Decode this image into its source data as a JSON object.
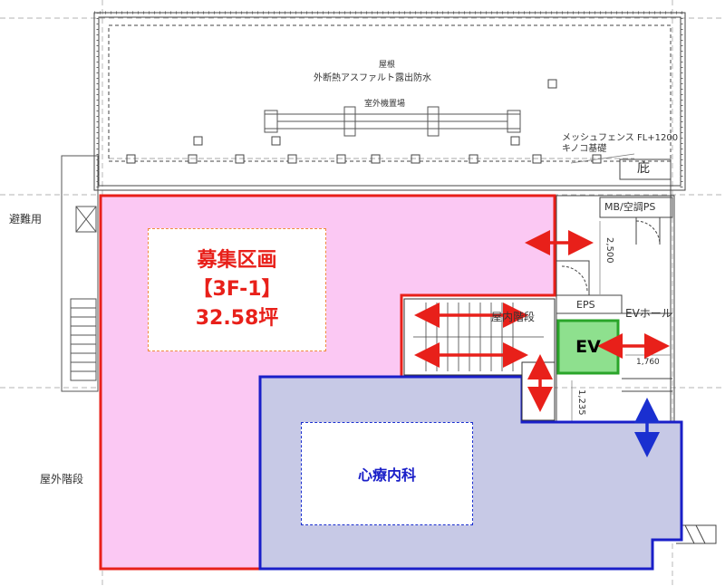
{
  "roof": {
    "title": "屋根",
    "waterproof": "外断熱アスファルト露出防水",
    "equipment_area": "室外機置場",
    "fence_note_1": "メッシュフェンス FL+1200",
    "fence_note_2": "キノコ基礎"
  },
  "rooms": {
    "eaves": "庇",
    "mb_ps": "MB/空調PS",
    "eps": "EPS",
    "ev_hall": "EVホール",
    "inner_stairs": "屋内階段",
    "ev": "EV",
    "refuge": "避難用",
    "outer_stairs": "屋外階段"
  },
  "dimensions": {
    "d1": "2,500",
    "d2": "1,760",
    "d3": "1,235"
  },
  "recruit": {
    "title": "募集区画",
    "unit": "【3F-1】",
    "area": "32.58坪"
  },
  "tenant": {
    "name": "心療内科"
  },
  "colors": {
    "recruit_fill": "#fbc8f3",
    "recruit_border": "#e8201a",
    "tenant_fill": "#c7c9e6",
    "tenant_border": "#1a1fc8",
    "ev_fill": "#8ee08e",
    "ev_border": "#2aa52a",
    "arrow_red": "#e8201a",
    "arrow_blue": "#1a2fd0"
  }
}
